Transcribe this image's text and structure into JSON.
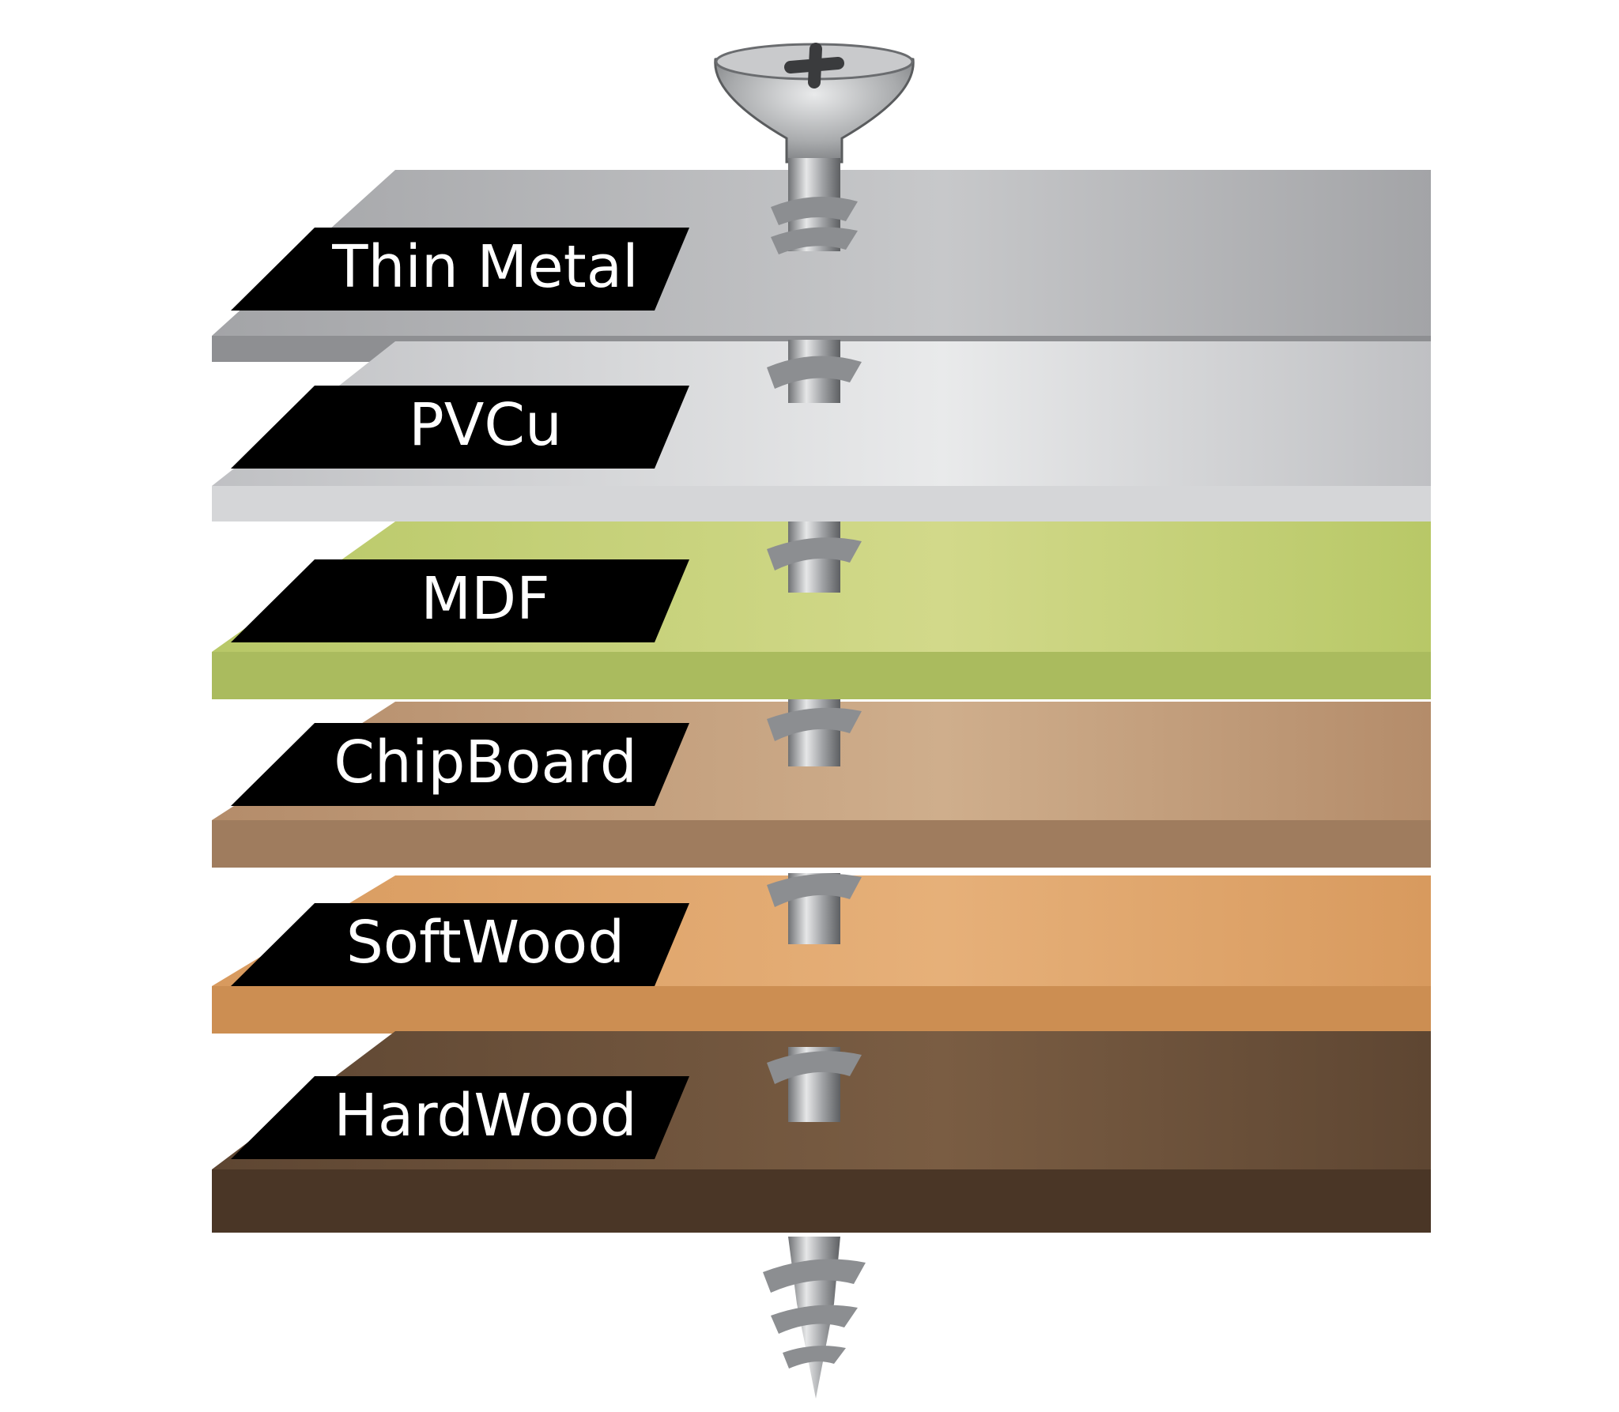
{
  "layers": [
    {
      "id": "thin-metal",
      "label": "Thin Metal",
      "top_color": "#a3a4a7",
      "top_color_light": "#c7c8ca",
      "edge_color": "#8e8f92"
    },
    {
      "id": "pvcu",
      "label": "PVCu",
      "top_color": "#bfc0c3",
      "top_color_light": "#e9eaeb",
      "edge_color": "#d5d6d8"
    },
    {
      "id": "mdf",
      "label": "MDF",
      "top_color": "#b8c867",
      "top_color_light": "#d2d98a",
      "edge_color": "#aabb5e"
    },
    {
      "id": "chipboard",
      "label": "ChipBoard",
      "top_color": "#b48c6a",
      "top_color_light": "#cfae8c",
      "edge_color": "#9f7c5e"
    },
    {
      "id": "softwood",
      "label": "SoftWood",
      "top_color": "#d89a5e",
      "top_color_light": "#e6b079",
      "edge_color": "#cc8e52"
    },
    {
      "id": "hardwood",
      "label": "HardWood",
      "top_color": "#5e4632",
      "top_color_light": "#7a5d43",
      "edge_color": "#4a3626"
    }
  ],
  "colors": {
    "label_bg": "#000000",
    "label_text": "#ffffff",
    "screw": "#9a9c9f"
  }
}
